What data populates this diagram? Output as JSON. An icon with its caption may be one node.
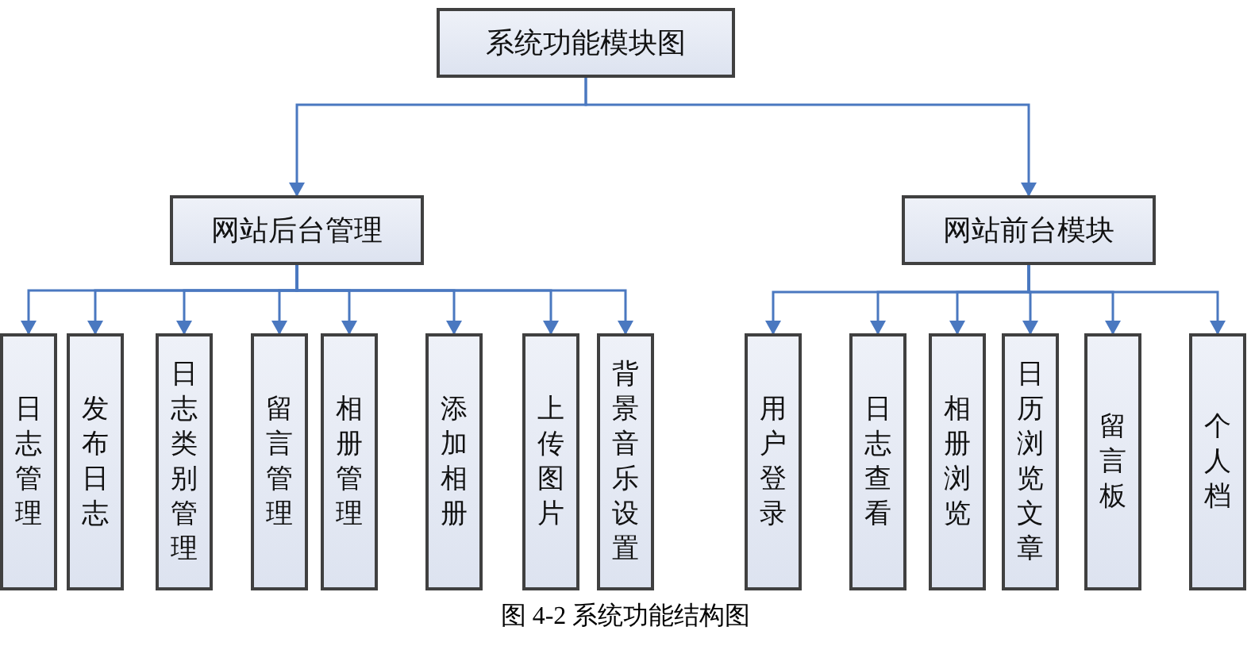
{
  "diagram": {
    "caption": "图 4-2 系统功能结构图",
    "nodes": [
      {
        "text": [
          "系统功能模块图"
        ]
      },
      {
        "text": [
          "网站后台管理"
        ]
      },
      {
        "text": [
          "网站前台模块"
        ]
      },
      {
        "text": [
          "日志管理"
        ]
      },
      {
        "text": [
          "发布日志"
        ]
      },
      {
        "text": [
          "日志类别管理"
        ]
      },
      {
        "text": [
          "留言管理"
        ]
      },
      {
        "text": [
          "相册管理"
        ]
      },
      {
        "text": [
          "添加相册"
        ]
      },
      {
        "text": [
          "上传图片"
        ]
      },
      {
        "text": [
          "背景音乐设置"
        ]
      },
      {
        "text": [
          "用户登录"
        ]
      },
      {
        "text": [
          "日志查看"
        ]
      },
      {
        "text": [
          "相册浏览"
        ]
      },
      {
        "text": [
          "日历浏览文章"
        ]
      },
      {
        "text": [
          "留言板"
        ]
      },
      {
        "text": [
          "个人档"
        ]
      }
    ],
    "edges": [
      {
        "from": 0,
        "to": 1,
        "arrow": "to"
      },
      {
        "from": 0,
        "to": 2,
        "arrow": "to"
      },
      {
        "from": 1,
        "to": 3,
        "arrow": "to"
      },
      {
        "from": 1,
        "to": 4,
        "arrow": "to"
      },
      {
        "from": 1,
        "to": 5,
        "arrow": "to"
      },
      {
        "from": 1,
        "to": 6,
        "arrow": "to"
      },
      {
        "from": 1,
        "to": 7,
        "arrow": "to"
      },
      {
        "from": 1,
        "to": 8,
        "arrow": "to"
      },
      {
        "from": 1,
        "to": 9,
        "arrow": "to"
      },
      {
        "from": 1,
        "to": 10,
        "arrow": "to"
      },
      {
        "from": 2,
        "to": 11,
        "arrow": "to"
      },
      {
        "from": 2,
        "to": 12,
        "arrow": "to"
      },
      {
        "from": 2,
        "to": 13,
        "arrow": "to"
      },
      {
        "from": 2,
        "to": 14,
        "arrow": "to"
      },
      {
        "from": 2,
        "to": 15,
        "arrow": "to"
      },
      {
        "from": 2,
        "to": 16,
        "arrow": "to"
      }
    ]
  }
}
